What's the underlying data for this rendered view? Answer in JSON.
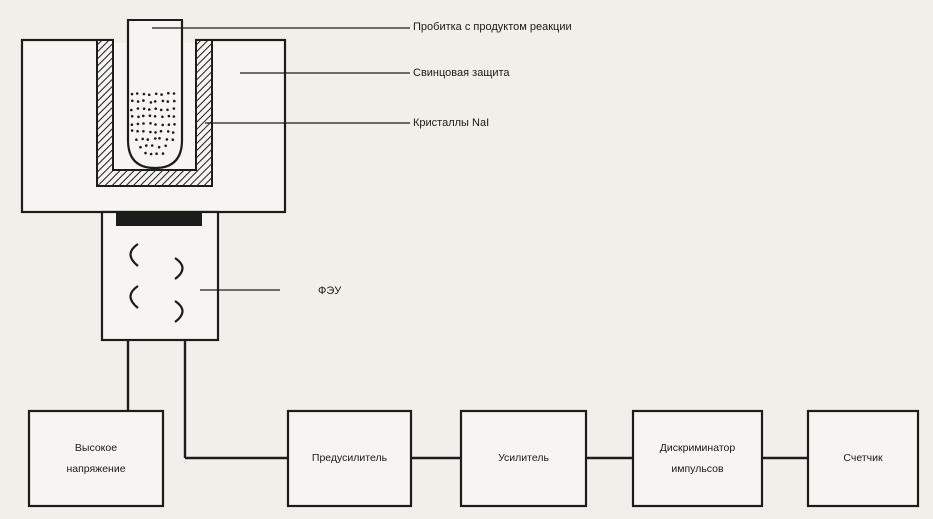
{
  "labels": {
    "vial": "Пробитка с продуктом реакции",
    "shield": "Свинцовая защита",
    "crystals": "Кристаллы NaI",
    "pmt": "ФЭУ"
  },
  "blocks": {
    "hv_line1": "Высокое",
    "hv_line2": "напряжение",
    "preamp": "Предусилитель",
    "amp": "Усилитель",
    "disc_line1": "Дискриминатор",
    "disc_line2": "импульсов",
    "counter": "Счетчик"
  },
  "colors": {
    "ink": "#1c1c1c",
    "paper": "#f1efe9",
    "box_fill": "#f6f5f1"
  }
}
